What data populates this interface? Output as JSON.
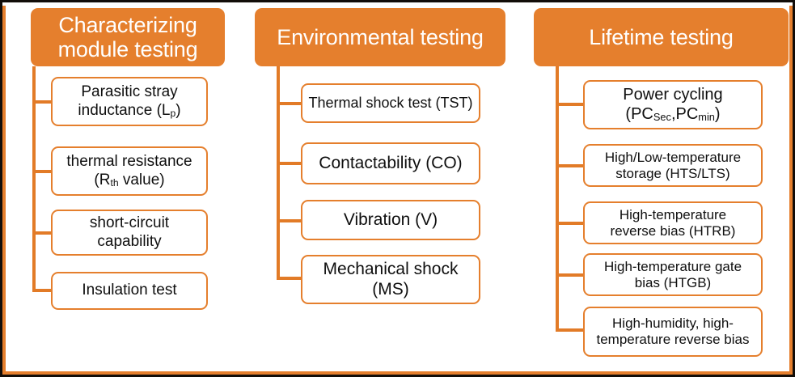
{
  "figure": {
    "type": "tree-diagram",
    "orientation": "three-column-hierarchy",
    "border_color": "#120d09",
    "accent_color": "#e57f2d",
    "node_border_color": "#e57f2d",
    "node_fill": "#ffffff",
    "header_text_color": "#ffffff",
    "node_text_color": "#0f0f0f",
    "connector_color": "#e27b27"
  },
  "columns": [
    {
      "id": "characterizing-module-testing",
      "header": "Characterizing module testing",
      "header_lines": [
        "Characterizing",
        "module testing"
      ],
      "children": [
        {
          "id": "parasitic-stray-inductance",
          "lines": [
            "Parasitic stray",
            "inductance (L",
            "p",
            ")"
          ],
          "plain": "Parasitic stray inductance (Lp)",
          "line1": "Parasitic stray",
          "line2_pre": "inductance (L",
          "line2_sub": "p",
          "line2_post": ")"
        },
        {
          "id": "thermal-resistance",
          "plain": "thermal resistance (Rth value)",
          "line1": "thermal resistance",
          "line2_pre": "(R",
          "line2_sub": "th",
          "line2_post": " value)"
        },
        {
          "id": "short-circuit-capability",
          "plain": "short-circuit capability",
          "line1": "short-circuit",
          "line2_pre": "capability",
          "line2_sub": "",
          "line2_post": ""
        },
        {
          "id": "insulation-test",
          "plain": "Insulation test",
          "line1": "Insulation test",
          "line2_pre": "",
          "line2_sub": "",
          "line2_post": ""
        }
      ]
    },
    {
      "id": "environmental-testing",
      "header": "Environmental testing",
      "header_lines": [
        "Environmental testing"
      ],
      "children": [
        {
          "id": "thermal-shock-test",
          "plain": "Thermal shock test (TST)",
          "line1": "Thermal shock test (TST)",
          "line2_pre": "",
          "line2_sub": "",
          "line2_post": ""
        },
        {
          "id": "contactability",
          "plain": "Contactability (CO)",
          "line1": "Contactability (CO)",
          "line2_pre": "",
          "line2_sub": "",
          "line2_post": ""
        },
        {
          "id": "vibration",
          "plain": "Vibration (V)",
          "line1": "Vibration (V)",
          "line2_pre": "",
          "line2_sub": "",
          "line2_post": ""
        },
        {
          "id": "mechanical-shock",
          "plain": "Mechanical shock (MS)",
          "line1": "Mechanical shock",
          "line2_pre": "(MS)",
          "line2_sub": "",
          "line2_post": ""
        }
      ]
    },
    {
      "id": "lifetime-testing",
      "header": "Lifetime testing",
      "header_lines": [
        "Lifetime testing"
      ],
      "children": [
        {
          "id": "power-cycling",
          "plain": "Power cycling (PCSec,PCmin)",
          "line1": "Power cycling",
          "line2_pre": "(PC",
          "line2_sub": "Sec",
          "line2_mid": ",PC",
          "line2_sub2": "min",
          "line2_post": ")"
        },
        {
          "id": "high-low-temperature-storage",
          "plain": "High/Low-temperature storage (HTS/LTS)",
          "line1": "High/Low-temperature",
          "line2_pre": "storage (HTS/LTS)",
          "line2_sub": "",
          "line2_post": ""
        },
        {
          "id": "high-temperature-reverse-bias",
          "plain": "High-temperature reverse bias (HTRB)",
          "line1": "High-temperature",
          "line2_pre": "reverse bias (HTRB)",
          "line2_sub": "",
          "line2_post": ""
        },
        {
          "id": "high-temperature-gate-bias",
          "plain": "High-temperature gate bias (HTGB)",
          "line1": "High-temperature gate",
          "line2_pre": "bias (HTGB)",
          "line2_sub": "",
          "line2_post": ""
        },
        {
          "id": "high-humidity-high-temperature-reverse-bias",
          "plain": "High-humidity, high-temperature reverse bias",
          "line1": "High-humidity, high-",
          "line2_pre": "temperature reverse bias",
          "line2_sub": "",
          "line2_post": ""
        }
      ]
    }
  ]
}
